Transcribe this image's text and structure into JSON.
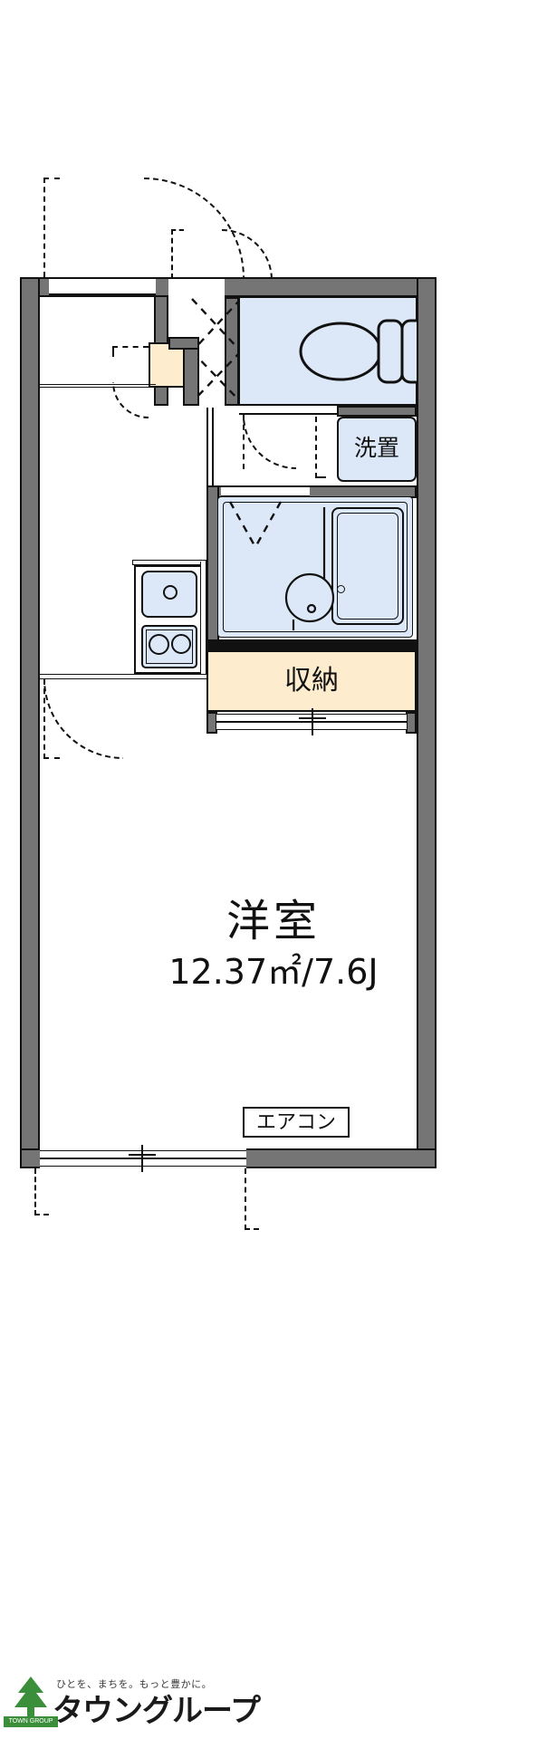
{
  "document": {
    "type": "floor-plan",
    "language": "ja",
    "background": "#ffffff"
  },
  "rooms": [
    {
      "id": "main-room",
      "name": "洋室",
      "name_en": "Western-style room",
      "area_text": "12.37㎡/7.6J",
      "area_sqm": 12.37,
      "area_jo": 7.6,
      "fill": "#ffffff"
    },
    {
      "id": "closet",
      "name": "収納",
      "name_en": "Closet / Storage",
      "fill": "#fdeccd"
    },
    {
      "id": "laundry",
      "name": "洗置",
      "name_en": "Washing machine space",
      "fill": "#dce7f7"
    },
    {
      "id": "toilet",
      "name": "",
      "name_en": "Toilet",
      "fill": "#dce7f7"
    },
    {
      "id": "bath-unit",
      "name": "",
      "name_en": "Unit bath",
      "fill": "#dce7f7"
    },
    {
      "id": "kitchen",
      "name": "",
      "name_en": "Kitchen",
      "fill": "#dce7f7"
    },
    {
      "id": "entry",
      "name": "",
      "name_en": "Entrance / Genkan",
      "fill": "#ffffff"
    }
  ],
  "labels": {
    "room_name": "洋室",
    "room_area": "12.37㎡/7.6J",
    "closet": "収納",
    "laundry": "洗置",
    "aircon": "エアコン"
  },
  "fixtures": [
    {
      "name": "toilet",
      "label_en": "Western toilet with tank"
    },
    {
      "name": "bathtub",
      "label_en": "Bathtub"
    },
    {
      "name": "bath-sink",
      "label_en": "Round wash basin"
    },
    {
      "name": "kitchen-sink",
      "label_en": "Kitchen sink with drain"
    },
    {
      "name": "stove",
      "label_en": "Two-burner gas stove"
    },
    {
      "name": "entrance-door",
      "label_en": "Entrance door"
    },
    {
      "name": "shoe-box",
      "label_en": "Shoe cabinet"
    }
  ],
  "colors": {
    "wall": "#757575",
    "outline": "#111111",
    "water_fill": "#dce7f7",
    "storage_fill": "#fdeccd",
    "page_bg": "#ffffff",
    "logo_green": "#3b8f3b"
  },
  "footer": {
    "tagline": "ひとを、まちを。もっと豊かに。",
    "brand": "タウングループ",
    "brand_mark": "TOWN GROUP"
  }
}
